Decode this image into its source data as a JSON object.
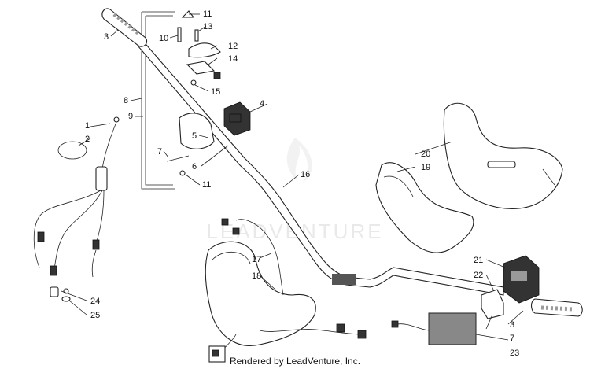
{
  "watermark": "LEADVENTURE",
  "credit": "Rendered by LeadVenture, Inc.",
  "callouts": {
    "c1": "1",
    "c2": "2",
    "c3a": "3",
    "c3b": "3",
    "c4": "4",
    "c5": "5",
    "c6": "6",
    "c7a": "7",
    "c7b": "7",
    "c8": "8",
    "c9": "9",
    "c10": "10",
    "c11a": "11",
    "c11b": "11",
    "c12": "12",
    "c13": "13",
    "c14": "14",
    "c15": "15",
    "c16": "16",
    "c17": "17",
    "c18": "18",
    "c19": "19",
    "c20": "20",
    "c21": "21",
    "c22": "22",
    "c23": "23",
    "c24": "24",
    "c25": "25"
  },
  "colors": {
    "line": "#222222",
    "watermark": "#e9e9e9"
  }
}
